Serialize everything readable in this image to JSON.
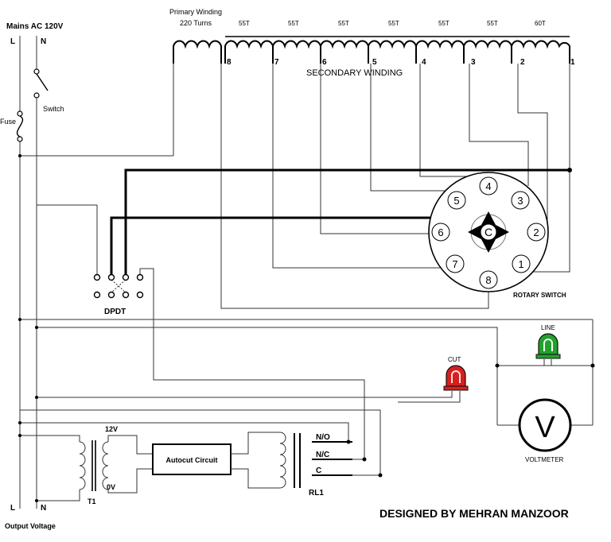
{
  "mains": {
    "title": "Mains AC 120V",
    "live": "L",
    "neutral": "N"
  },
  "switch_label": "Switch",
  "fuse_label": "Fuse",
  "transformer": {
    "primary_title": "Primary Winding",
    "primary_turns": "220 Turns",
    "secondary_title": "SECONDARY WINDING",
    "turns": [
      "55T",
      "55T",
      "55T",
      "55T",
      "55T",
      "55T",
      "60T"
    ],
    "taps": [
      "8",
      "7",
      "6",
      "5",
      "4",
      "3",
      "2",
      "1"
    ]
  },
  "rotary_switch": {
    "label": "ROTARY SWITCH",
    "center": "C",
    "positions": [
      "1",
      "2",
      "3",
      "4",
      "5",
      "6",
      "7",
      "8"
    ]
  },
  "dpdt_label": "DPDT",
  "led_line": "LINE",
  "led_cut": "CUT",
  "voltmeter": {
    "symbol": "V",
    "label": "VOLTMETER"
  },
  "t1": {
    "label": "T1",
    "sec_top": "12V",
    "sec_bottom": "0V"
  },
  "autocut_label": "Autocut Circuit",
  "relay": {
    "label": "RL1",
    "no": "N/O",
    "nc": "N/C",
    "c": "C"
  },
  "output": {
    "title": "Output Voltage",
    "live": "L",
    "neutral": "N"
  },
  "credit": "DESIGNED BY MEHRAN MANZOOR",
  "colors": {
    "led_line": "#22a02c",
    "led_cut": "#d62020",
    "wire": "#333333"
  }
}
